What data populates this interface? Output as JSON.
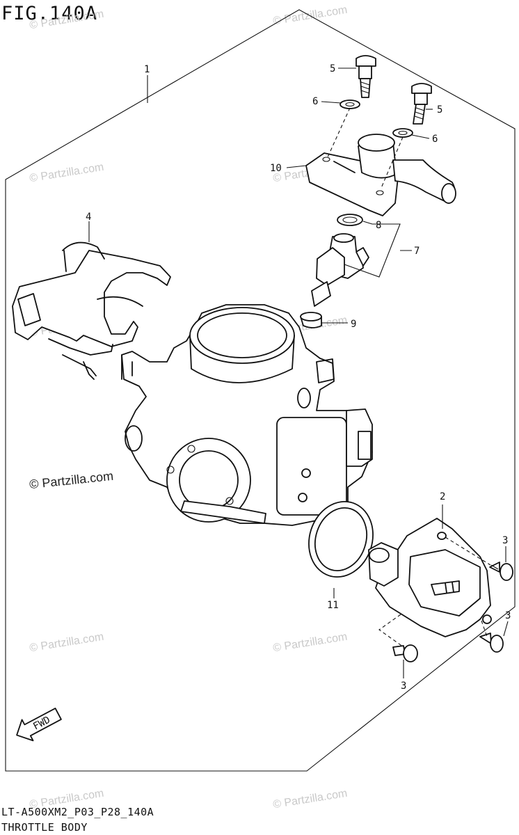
{
  "figure": {
    "title": "FIG.140A"
  },
  "footer": {
    "model_code": "LT-A500XM2_P03_P28_140A",
    "section_name": "THROTTLE BODY"
  },
  "watermark": {
    "brand": "© Partzilla.com",
    "faint": "© Partzilla.com"
  },
  "fwd_label": "FWD",
  "callouts": {
    "c1": "1",
    "c2": "2",
    "c3a": "3",
    "c3b": "3",
    "c3c": "3",
    "c4": "4",
    "c5a": "5",
    "c5b": "5",
    "c6a": "6",
    "c6b": "6",
    "c7": "7",
    "c8": "8",
    "c9": "9",
    "c10": "10",
    "c11": "11"
  }
}
